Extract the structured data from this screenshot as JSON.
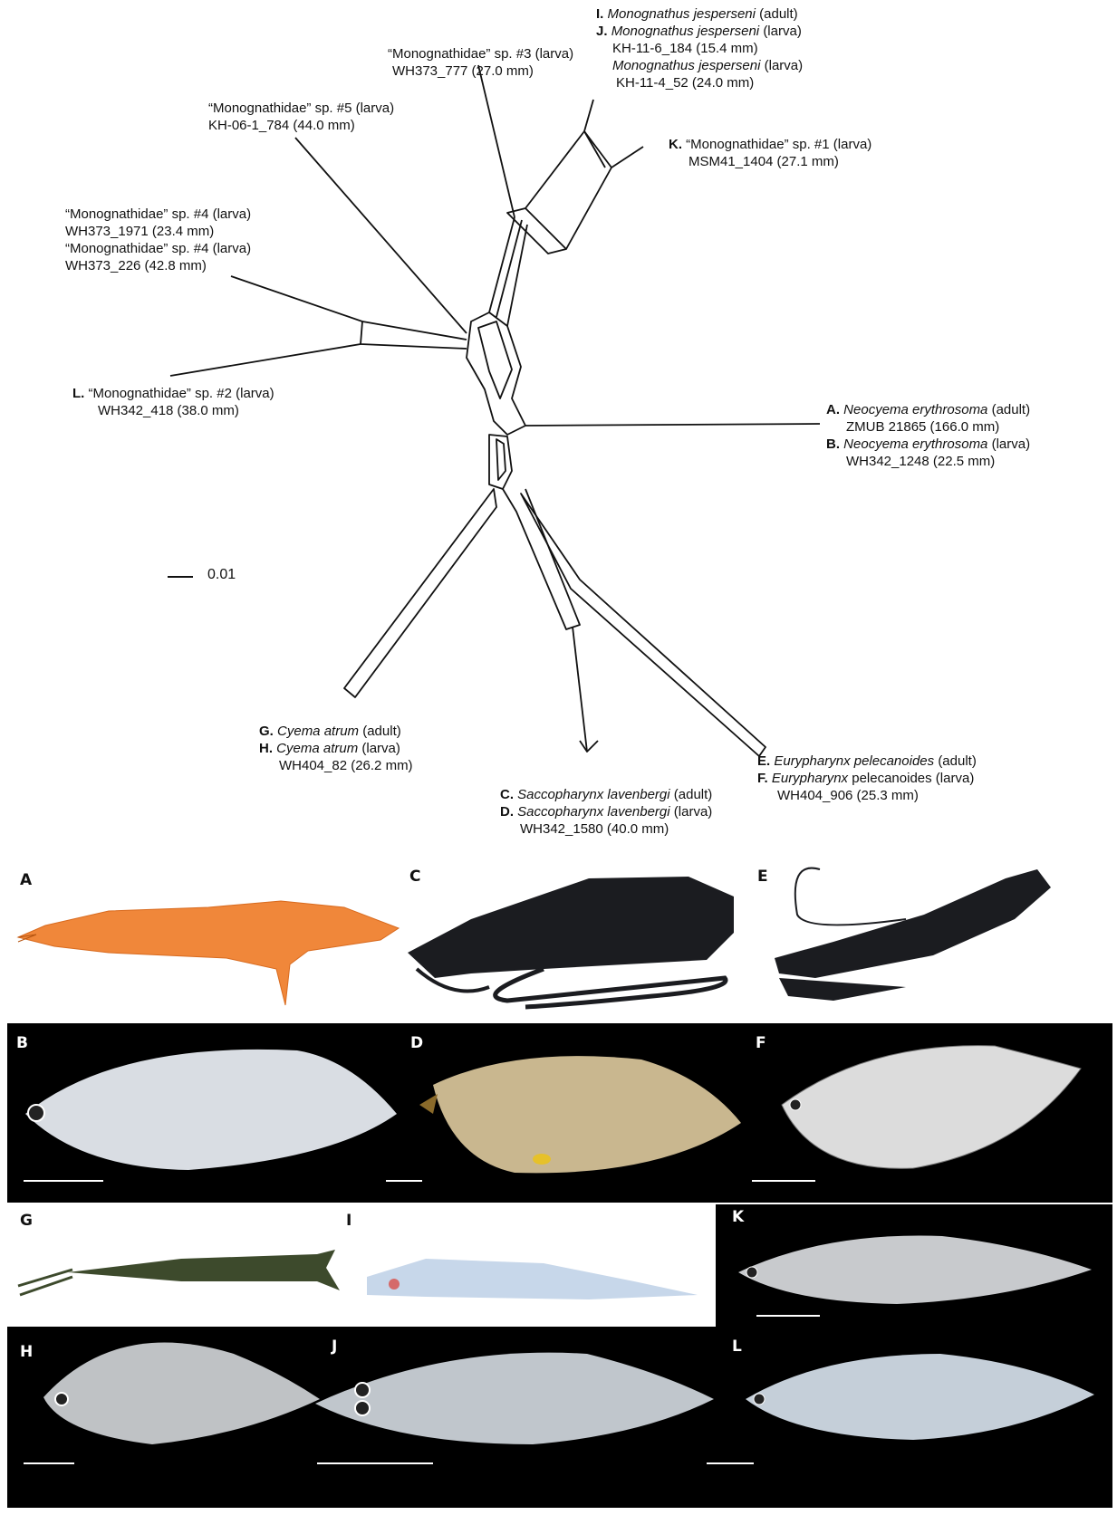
{
  "scale_bar": {
    "label": "0.01"
  },
  "labels": {
    "ij": {
      "l1_letter": "I.",
      "l1_species": "Monognathus jesperseni",
      "l1_stage": "(adult)",
      "l2_letter": "J.",
      "l2_species": "Monognathus jesperseni",
      "l2_stage": "(larva)",
      "l3": "KH-11-6_184 (15.4 mm)",
      "l4_species": "Monognathus jesperseni",
      "l4_stage": "(larva)",
      "l5": "KH-11-4_52 (24.0 mm)"
    },
    "sp3": {
      "l1": "“Monognathidae” sp. #3 (larva)",
      "l2": "WH373_777 (27.0 mm)"
    },
    "sp5": {
      "l1": "“Monognathidae” sp. #5 (larva)",
      "l2": "KH-06-1_784 (44.0 mm)"
    },
    "k": {
      "letter": "K.",
      "l1": "“Monognathidae” sp. #1 (larva)",
      "l2": "MSM41_1404 (27.1 mm)"
    },
    "sp4": {
      "l1": "“Monognathidae” sp. #4 (larva)",
      "l2": "WH373_1971 (23.4 mm)",
      "l3": "“Monognathidae” sp. #4 (larva)",
      "l4": "WH373_226 (42.8 mm)"
    },
    "l": {
      "letter": "L.",
      "l1": "“Monognathidae” sp. #2 (larva)",
      "l2": "WH342_418 (38.0 mm)"
    },
    "ab": {
      "a_letter": "A.",
      "a_species": "Neocyema erythrosoma",
      "a_stage": "(adult)",
      "a_id": "ZMUB 21865 (166.0 mm)",
      "b_letter": "B.",
      "b_species": "Neocyema erythrosoma",
      "b_stage": "(larva)",
      "b_id": "WH342_1248 (22.5 mm)"
    },
    "gh": {
      "g_letter": "G.",
      "g_species": "Cyema atrum",
      "g_stage": "(adult)",
      "h_letter": "H.",
      "h_species": "Cyema atrum",
      "h_stage": "(larva)",
      "h_id": "WH404_82 (26.2 mm)"
    },
    "cd": {
      "c_letter": "C.",
      "c_species": "Saccopharynx lavenbergi",
      "c_stage": "(adult)",
      "d_letter": "D.",
      "d_species": "Saccopharynx lavenbergi",
      "d_stage": "(larva)",
      "d_id": "WH342_1580 (40.0 mm)"
    },
    "ef": {
      "e_letter": "E.",
      "e_species": "Eurypharynx pelecanoides",
      "e_stage": "(adult)",
      "f_letter": "F.",
      "f_species": "Eurypharynx",
      "f_stage": "pelecanoides (larva)",
      "f_id": "WH404_906 (25.3 mm)"
    }
  },
  "panels": {
    "a": "A",
    "c": "C",
    "e": "E",
    "b": "B",
    "d": "D",
    "f": "F",
    "g": "G",
    "i": "I",
    "k": "K",
    "h": "H",
    "j": "J",
    "l": "L"
  },
  "colors": {
    "adult_a": "#f0873a",
    "adult_dark": "#1b1c20",
    "larva_fill": "#d9dde3",
    "panel_bg": "#000000",
    "g_body": "#3d4a2c"
  }
}
